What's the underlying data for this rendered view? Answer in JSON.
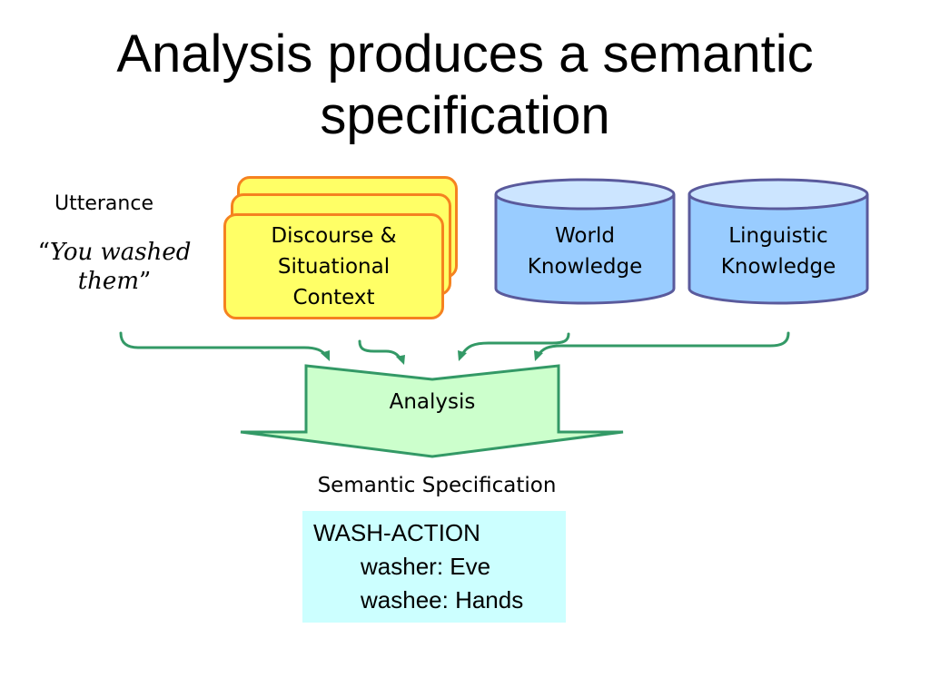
{
  "slide": {
    "title": "Analysis produces a semantic specification",
    "utterance": {
      "label": "Utterance",
      "open_quote": "“",
      "text_line1": "You washed",
      "text_line2": "them",
      "close_quote": "”"
    },
    "discourse_box": {
      "line1": "Discourse &",
      "line2": "Situational",
      "line3": "Context"
    },
    "world_knowledge": {
      "line1": "World",
      "line2": "Knowledge"
    },
    "linguistic_knowledge": {
      "line1": "Linguistic",
      "line2": "Knowledge"
    },
    "analysis_label": "Analysis",
    "semantic_spec_label": "Semantic Specification",
    "semantic_spec": {
      "line1": "WASH-ACTION",
      "line2": "washer: Eve",
      "line3": "washee: Hands"
    }
  },
  "colors": {
    "card_fill": "#ffff66",
    "card_border": "#f58220",
    "cylinder_fill": "#99ccff",
    "cylinder_top": "#cce5ff",
    "cylinder_border": "#5a5a9c",
    "arrow_fill": "#ccffcc",
    "arrow_stroke": "#339966",
    "spec_fill": "#ccffff"
  }
}
